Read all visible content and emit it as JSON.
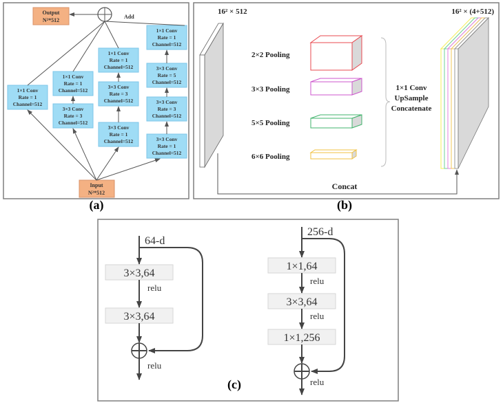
{
  "panel_a": {
    "label": "(a)",
    "add_label": "Add",
    "output": {
      "line1": "Output",
      "line2": "N²*512"
    },
    "input": {
      "line1": "Input",
      "line2": "N²*512"
    },
    "columns": [
      {
        "boxes": [
          {
            "l1": "1×1 Conv",
            "l2": "Rate = 1",
            "l3": "Channel=512"
          }
        ]
      },
      {
        "boxes": [
          {
            "l1": "1×1 Conv",
            "l2": "Rate = 1",
            "l3": "Channel=512"
          },
          {
            "l1": "3×3 Conv",
            "l2": "Rate = 3",
            "l3": "Channel=512"
          }
        ]
      },
      {
        "boxes": [
          {
            "l1": "1×1 Conv",
            "l2": "Rate = 1",
            "l3": "Channel=512"
          },
          {
            "l1": "3×3 Conv",
            "l2": "Rate = 3",
            "l3": "Channel=512"
          },
          {
            "l1": "3×3 Conv",
            "l2": "Rate = 1",
            "l3": "Channel=512"
          }
        ]
      },
      {
        "boxes": [
          {
            "l1": "1×1 Conv",
            "l2": "Rate = 1",
            "l3": "Channel=512"
          },
          {
            "l1": "3×3 Conv",
            "l2": "Rate = 5",
            "l3": "Channel=512"
          },
          {
            "l1": "3×3 Conv",
            "l2": "Rate = 3",
            "l3": "Channel=512"
          },
          {
            "l1": "3×3 Conv",
            "l2": "Rate = 1",
            "l3": "Channel=512"
          }
        ]
      }
    ]
  },
  "panel_b": {
    "label": "(b)",
    "input_dim": "16² × 512",
    "output_dim": "16² × (4+512)",
    "poolings": [
      {
        "label": "2×2 Pooling",
        "color": "#e8484f"
      },
      {
        "label": "3×3 Pooling",
        "color": "#cc55cc"
      },
      {
        "label": "5×5 Pooling",
        "color": "#3fb36b"
      },
      {
        "label": "6×6 Pooling",
        "color": "#f0c040"
      }
    ],
    "op_lines": [
      "1×1 Conv",
      "UpSample",
      "Concatenate"
    ],
    "concat_label": "Concat",
    "stack_colors": [
      "#f5ef5a",
      "#6fd09a",
      "#e37fe0",
      "#f0c75a",
      "#9a9a9a"
    ]
  },
  "panel_c": {
    "label": "(c)",
    "left": {
      "input": "64-d",
      "blocks": [
        "3×3,64",
        "3×3,64"
      ],
      "relu": [
        "relu",
        "relu"
      ]
    },
    "right": {
      "input": "256-d",
      "blocks": [
        "1×1,64",
        "3×3,64",
        "1×1,256"
      ],
      "relu": [
        "relu",
        "relu",
        "relu"
      ]
    }
  }
}
